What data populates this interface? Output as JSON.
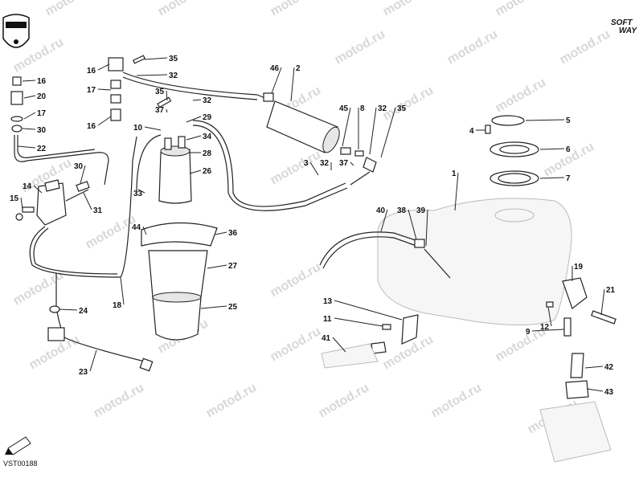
{
  "diagram_code": "VST00188",
  "brand_corner": {
    "line1": "SOFT",
    "line2": "WAY"
  },
  "watermark_text": "motod.ru",
  "logo_name": "ducati-logo-icon",
  "fwd_icon_name": "fwd-arrow-icon",
  "callouts": [
    {
      "id": "c16a",
      "label": "16"
    },
    {
      "id": "c20",
      "label": "20"
    },
    {
      "id": "c17a",
      "label": "17"
    },
    {
      "id": "c30a",
      "label": "30"
    },
    {
      "id": "c22",
      "label": "22"
    },
    {
      "id": "c14",
      "label": "14"
    },
    {
      "id": "c15",
      "label": "15"
    },
    {
      "id": "c30b",
      "label": "30"
    },
    {
      "id": "c31",
      "label": "31"
    },
    {
      "id": "c24",
      "label": "24"
    },
    {
      "id": "c18",
      "label": "18"
    },
    {
      "id": "c23",
      "label": "23"
    },
    {
      "id": "c35a",
      "label": "35"
    },
    {
      "id": "c32a",
      "label": "32"
    },
    {
      "id": "c16b",
      "label": "16"
    },
    {
      "id": "c17b",
      "label": "17"
    },
    {
      "id": "c16c",
      "label": "16"
    },
    {
      "id": "c35b",
      "label": "35"
    },
    {
      "id": "c32b",
      "label": "32"
    },
    {
      "id": "c37a",
      "label": "37"
    },
    {
      "id": "c10",
      "label": "10"
    },
    {
      "id": "c29",
      "label": "29"
    },
    {
      "id": "c34",
      "label": "34"
    },
    {
      "id": "c28",
      "label": "28"
    },
    {
      "id": "c26",
      "label": "26"
    },
    {
      "id": "c33",
      "label": "33"
    },
    {
      "id": "c44",
      "label": "44"
    },
    {
      "id": "c36",
      "label": "36"
    },
    {
      "id": "c27",
      "label": "27"
    },
    {
      "id": "c25",
      "label": "25"
    },
    {
      "id": "c46",
      "label": "46"
    },
    {
      "id": "c2",
      "label": "2"
    },
    {
      "id": "c45",
      "label": "45"
    },
    {
      "id": "c8",
      "label": "8"
    },
    {
      "id": "c32c",
      "label": "32"
    },
    {
      "id": "c35c",
      "label": "35"
    },
    {
      "id": "c3",
      "label": "3"
    },
    {
      "id": "c32d",
      "label": "32"
    },
    {
      "id": "c37b",
      "label": "37"
    },
    {
      "id": "c4",
      "label": "4"
    },
    {
      "id": "c5",
      "label": "5"
    },
    {
      "id": "c6",
      "label": "6"
    },
    {
      "id": "c7",
      "label": "7"
    },
    {
      "id": "c1",
      "label": "1"
    },
    {
      "id": "c40",
      "label": "40"
    },
    {
      "id": "c38",
      "label": "38"
    },
    {
      "id": "c39",
      "label": "39"
    },
    {
      "id": "c13",
      "label": "13"
    },
    {
      "id": "c11",
      "label": "11"
    },
    {
      "id": "c41",
      "label": "41"
    },
    {
      "id": "c19",
      "label": "19"
    },
    {
      "id": "c21",
      "label": "21"
    },
    {
      "id": "c12",
      "label": "12"
    },
    {
      "id": "c9",
      "label": "9"
    },
    {
      "id": "c42",
      "label": "42"
    },
    {
      "id": "c43",
      "label": "43"
    }
  ]
}
